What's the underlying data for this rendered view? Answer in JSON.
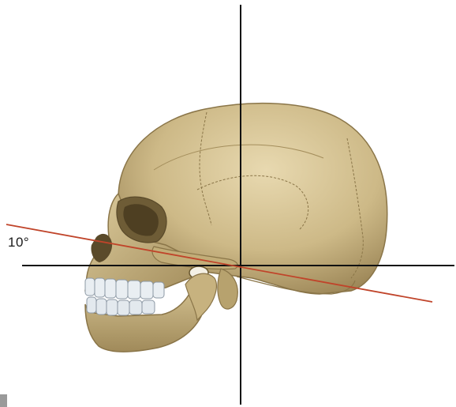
{
  "figure": {
    "angle_label": "10°"
  },
  "colors": {
    "background": "#ffffff",
    "reference_axes": "#111111",
    "tilted_line": "#c0442a",
    "bone": "#cdb987",
    "bone_shadow": "#8f7a4c",
    "bone_highlight": "#e6d7ad",
    "teeth": "#e9eef2"
  },
  "elements": {
    "vertical_axis": "vertical-reference-line",
    "horizontal_axis": "horizontal-reference-line",
    "tilted_plane": "tilted-reference-line",
    "subject": "skull-lateral-view"
  }
}
